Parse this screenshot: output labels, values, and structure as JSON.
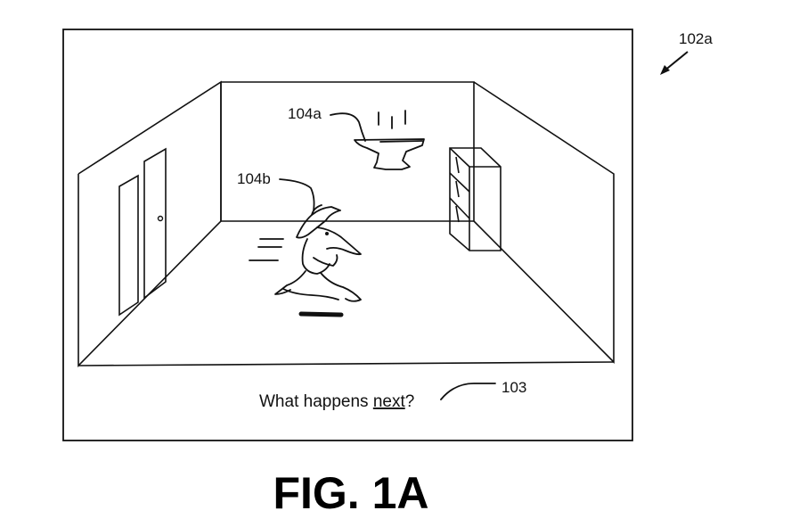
{
  "figure": {
    "frame_ref": "102a",
    "object_ref": "104a",
    "character_ref": "104b",
    "question_ref": "103",
    "question": {
      "prefix": "What happens ",
      "emphasis": "next",
      "suffix": "?"
    },
    "title": "FIG. 1A"
  }
}
